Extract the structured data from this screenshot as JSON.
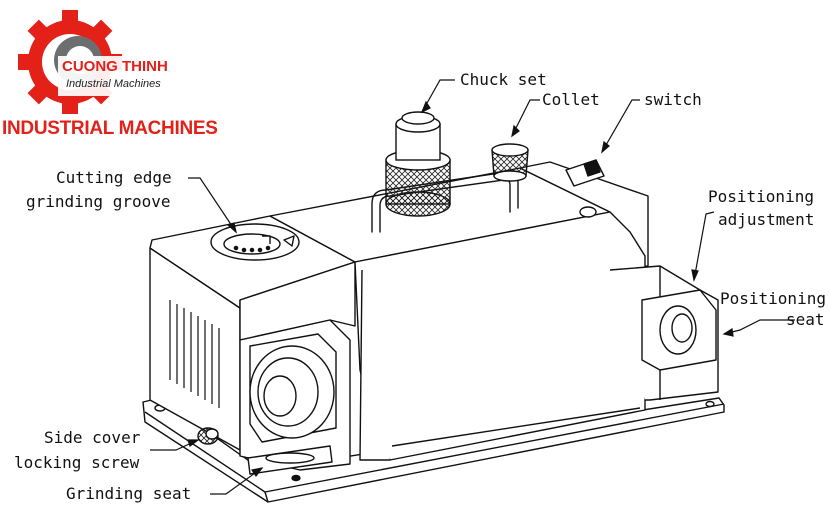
{
  "brand": {
    "name": "CUONG THINH",
    "subtitle": "Industrial Machines",
    "banner": "INDUSTRIAL MACHINES",
    "red": "#e32119",
    "gray": "#6d6e70"
  },
  "labels": {
    "chuck_set": "Chuck set",
    "collet": "Collet",
    "switch": "switch",
    "cutting_edge_1": "Cutting edge",
    "cutting_edge_2": "grinding groove",
    "positioning_adj_1": "Positioning",
    "positioning_adj_2": "adjustment",
    "positioning_seat_1": "Positioning",
    "positioning_seat_2": "seat",
    "side_cover_1": "Side cover",
    "side_cover_2": "locking screw",
    "grinding_seat": "Grinding seat"
  }
}
